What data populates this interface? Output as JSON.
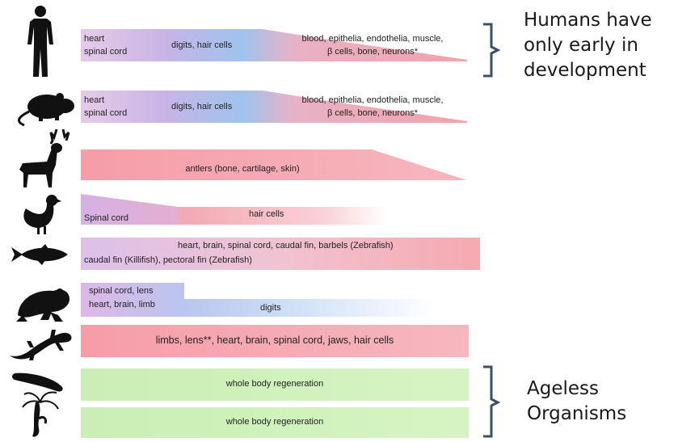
{
  "rows": [
    {
      "organism": "human",
      "labels": {
        "left_top": "heart",
        "left_bottom": "spinal cord",
        "middle": "digits, hair cells",
        "right_top": "blood, epithelia, endothelia, muscle,",
        "right_bottom": "β cells, bone, neurons*"
      }
    },
    {
      "organism": "mouse",
      "labels": {
        "left_top": "heart",
        "left_bottom": "spinal cord",
        "middle": "digits, hair cells",
        "right_top": "blood, epithelia, endothelia, muscle,",
        "right_bottom": "β cells, bone, neurons*"
      }
    },
    {
      "organism": "deer",
      "labels": {
        "center": "antlers (bone, cartilage, skin)"
      }
    },
    {
      "organism": "chicken",
      "labels": {
        "left": "Spinal cord",
        "middle": "hair cells"
      }
    },
    {
      "organism": "fish",
      "labels": {
        "top": "heart, brain, spinal cord, caudal fin, barbels (Zebrafish)",
        "bottom": "caudal fin (Killifish), pectoral fin (Zebrafish)"
      }
    },
    {
      "organism": "frog",
      "labels": {
        "left_top": "spinal cord, lens",
        "left_bottom": "heart, brain, limb",
        "middle": "digits"
      }
    },
    {
      "organism": "salamander",
      "labels": {
        "center": "limbs, lens**, heart, brain, spinal cord, jaws, hair cells"
      }
    },
    {
      "organism": "planarian",
      "labels": {
        "center": "whole body regeneration"
      }
    },
    {
      "organism": "hydra",
      "labels": {
        "center": "whole body regeneration"
      }
    }
  ],
  "annotations": {
    "humans": [
      "Humans have",
      "only early in",
      "development"
    ],
    "ageless": [
      "Ageless",
      "Organisms"
    ]
  },
  "colors": {
    "red_band": "#f39aa4",
    "blue_band": "#8fb8ea",
    "purple_band": "#c9a6dc",
    "green_band": "#c9f0b4",
    "bracket": "#3c4f6a",
    "silhouette": "#111111"
  }
}
